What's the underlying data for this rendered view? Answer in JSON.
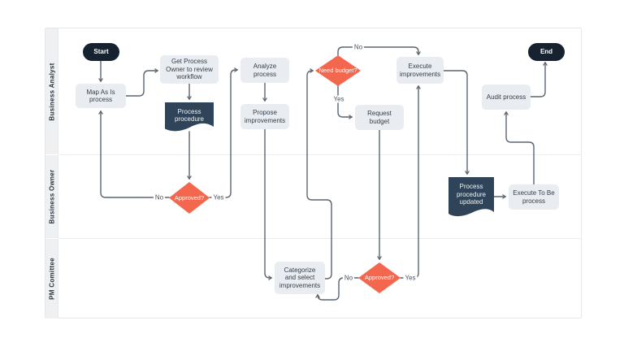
{
  "lanes": [
    {
      "label": "Business Analyst"
    },
    {
      "label": "Business Owner"
    },
    {
      "label": "PM Comittee"
    }
  ],
  "nodes": {
    "start": {
      "label": "Start",
      "type": "terminator"
    },
    "map_as_is": {
      "lines": [
        "Map As Is",
        "process"
      ],
      "type": "process"
    },
    "get_process_owner": {
      "lines": [
        "Get Process",
        "Owner to review",
        "workflow"
      ],
      "type": "process"
    },
    "process_procedure": {
      "lines": [
        "Process",
        "procedure"
      ],
      "type": "document"
    },
    "analyze_process": {
      "lines": [
        "Analyze",
        "process"
      ],
      "type": "process"
    },
    "propose_improvements": {
      "lines": [
        "Propose",
        "improvements"
      ],
      "type": "process"
    },
    "need_budget": {
      "label": "Need budget?",
      "type": "decision"
    },
    "request_budget": {
      "lines": [
        "Request",
        "budget"
      ],
      "type": "process"
    },
    "execute_improvements": {
      "lines": [
        "Execute",
        "improvements"
      ],
      "type": "process"
    },
    "audit_process": {
      "lines": [
        "Audit process"
      ],
      "type": "process"
    },
    "end": {
      "label": "End",
      "type": "terminator"
    },
    "approved_owner": {
      "label": "Approved?",
      "type": "decision"
    },
    "process_procedure_updated": {
      "lines": [
        "Process",
        "procedure",
        "updated"
      ],
      "type": "document"
    },
    "execute_to_be": {
      "lines": [
        "Execute To Be",
        "process"
      ],
      "type": "process"
    },
    "categorize": {
      "lines": [
        "Categorize",
        "and select",
        "improvements"
      ],
      "type": "process"
    },
    "approved_pm": {
      "label": "Approved?",
      "type": "decision"
    }
  },
  "edges": [
    {
      "from": "start",
      "to": "map_as_is"
    },
    {
      "from": "map_as_is",
      "to": "get_process_owner"
    },
    {
      "from": "get_process_owner",
      "to": "process_procedure"
    },
    {
      "from": "process_procedure",
      "to": "approved_owner"
    },
    {
      "from": "approved_owner",
      "to": "map_as_is",
      "label": "No"
    },
    {
      "from": "approved_owner",
      "to": "analyze_process",
      "label": "Yes"
    },
    {
      "from": "analyze_process",
      "to": "propose_improvements"
    },
    {
      "from": "propose_improvements",
      "to": "categorize"
    },
    {
      "from": "categorize",
      "to": "need_budget"
    },
    {
      "from": "need_budget",
      "to": "execute_improvements",
      "label": "No"
    },
    {
      "from": "need_budget",
      "to": "request_budget",
      "label": "Yes"
    },
    {
      "from": "request_budget",
      "to": "approved_pm"
    },
    {
      "from": "approved_pm",
      "to": "categorize",
      "label": "No"
    },
    {
      "from": "approved_pm",
      "to": "execute_improvements",
      "label": "Yes"
    },
    {
      "from": "execute_improvements",
      "to": "process_procedure_updated"
    },
    {
      "from": "process_procedure_updated",
      "to": "execute_to_be"
    },
    {
      "from": "execute_to_be",
      "to": "audit_process"
    },
    {
      "from": "audit_process",
      "to": "end"
    }
  ],
  "colors": {
    "process_fill": "#e9edf1",
    "process_text": "#333e4a",
    "terminator_fill": "#16222f",
    "document_fill": "#2f4458",
    "decision_fill": "#f2674e",
    "edge_stroke": "#5a646e",
    "lane_header_bg": "#eef0f2",
    "lane_header_text": "#2b3642",
    "panel_border": "#e5e7ea",
    "background": "#ffffff"
  }
}
